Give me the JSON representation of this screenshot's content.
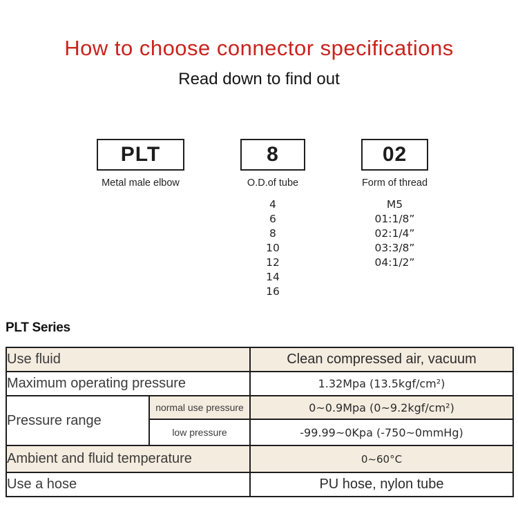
{
  "page": {
    "title": "How to choose connector specifications",
    "subtitle": "Read down to find out"
  },
  "colors": {
    "accent_red": "#c9231e",
    "row_beige": "#f4ecdf",
    "table_border": "#1d1d1d"
  },
  "selector": {
    "columns": [
      {
        "code": "PLT",
        "label": "Metal male elbow",
        "options": []
      },
      {
        "code": "8",
        "label": "O.D.of tube",
        "options": [
          "4",
          "6",
          "8",
          "10",
          "12",
          "14",
          "16"
        ]
      },
      {
        "code": "02",
        "label": "Form of thread",
        "options": [
          "M5",
          "01:1/8”",
          "02:1/4”",
          "03:3/8”",
          "04:1/2”"
        ]
      }
    ]
  },
  "series": {
    "heading": "PLT Series"
  },
  "spec_table": {
    "rows": [
      {
        "label": "Use fluid",
        "value": "Clean compressed air, vacuum"
      },
      {
        "label": "Maximum operating pressure",
        "value": "1.32Mpa (13.5kgf/cm²)"
      },
      {
        "label": "Pressure range",
        "sub_rows": [
          {
            "label": "normal use pressure",
            "value": "0~0.9Mpa (0~9.2kgf/cm²)"
          },
          {
            "label": "low pressure",
            "value": "-99.99~0Kpa (-750~0mmHg)"
          }
        ]
      },
      {
        "label": "Ambient and fluid temperature",
        "value": "0~60°C"
      },
      {
        "label": "Use a hose",
        "value": "PU hose, nylon tube"
      }
    ]
  }
}
